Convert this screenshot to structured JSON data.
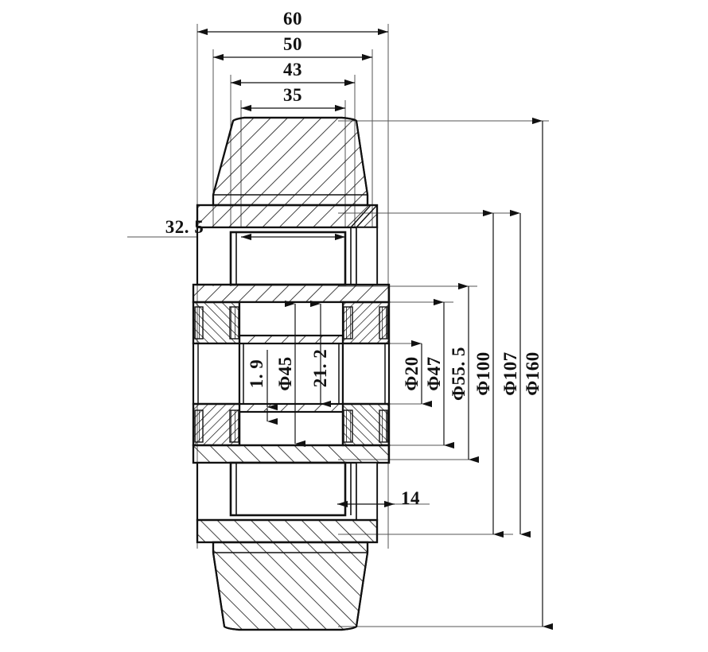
{
  "drawing": {
    "title": "Wheel assembly cross-section drawing",
    "type": "engineering-cross-section",
    "units": "mm",
    "line_color": "#1a1a1a",
    "hatch_color": "#1a1a1a",
    "background": "#ffffff"
  },
  "dimensions": {
    "horizontal_top": [
      {
        "id": "dim-60",
        "label": "60",
        "value": 60
      },
      {
        "id": "dim-50",
        "label": "50",
        "value": 50
      },
      {
        "id": "dim-43",
        "label": "43",
        "value": 43
      },
      {
        "id": "dim-35",
        "label": "35",
        "value": 35
      }
    ],
    "horizontal_inner": [
      {
        "id": "dim-32-5",
        "label": "32. 5",
        "value": 32.5
      },
      {
        "id": "dim-14",
        "label": "14",
        "value": 14
      }
    ],
    "vertical_inner": [
      {
        "id": "dim-1-9",
        "label": "1. 9",
        "value": 1.9
      },
      {
        "id": "dim-phi45",
        "label": "Φ45",
        "value": 45
      },
      {
        "id": "dim-21-2",
        "label": "21. 2",
        "value": 21.2
      },
      {
        "id": "dim-phi20",
        "label": "Φ20",
        "value": 20
      },
      {
        "id": "dim-phi47",
        "label": "Φ47",
        "value": 47
      },
      {
        "id": "dim-phi55-5",
        "label": "Φ55. 5",
        "value": 55.5
      }
    ],
    "vertical_outer": [
      {
        "id": "dim-phi100",
        "label": "Φ100",
        "value": 100
      },
      {
        "id": "dim-phi107",
        "label": "Φ107",
        "value": 107
      },
      {
        "id": "dim-phi160",
        "label": "Φ160",
        "value": 160
      }
    ]
  }
}
